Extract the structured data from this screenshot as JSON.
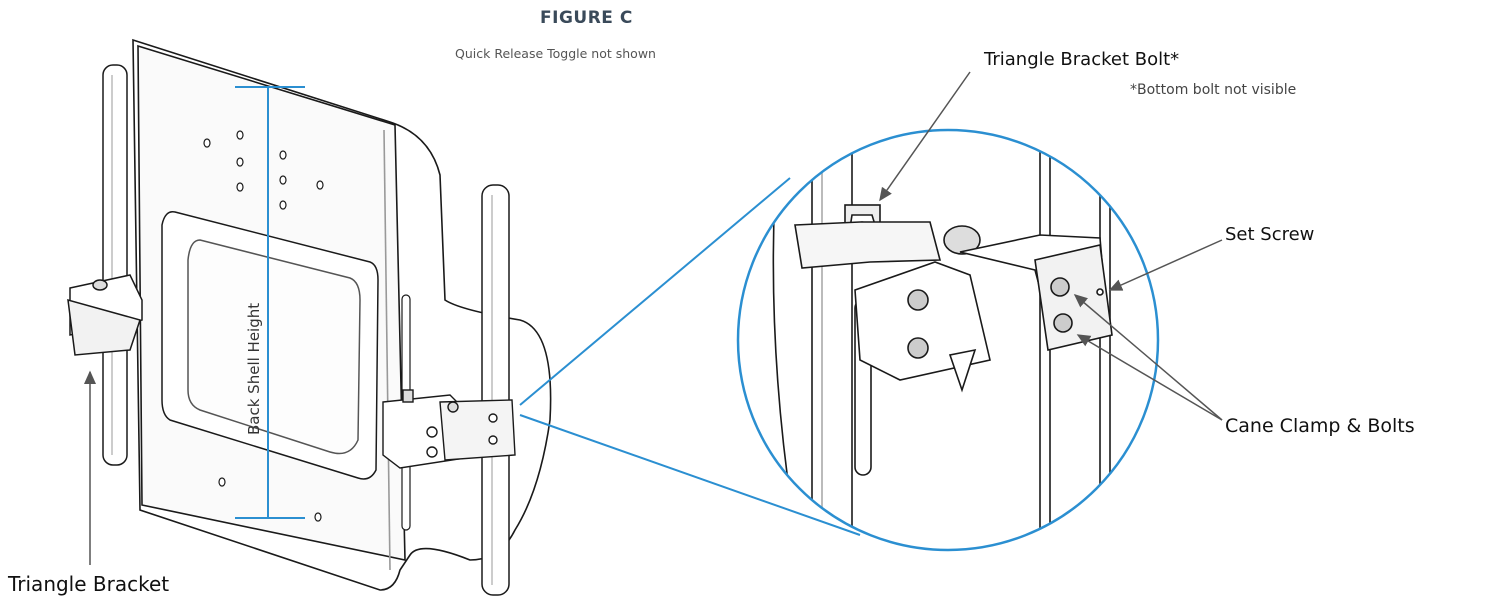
{
  "figure": {
    "title": "FIGURE C",
    "subtitle": "Quick Release Toggle not shown"
  },
  "callouts": {
    "triangle_bracket_bolt": "Triangle Bracket Bolt*",
    "bolt_note": "*Bottom bolt not visible",
    "set_screw": "Set Screw",
    "cane_clamp": "Cane Clamp & Bolts",
    "triangle_bracket": "Triangle Bracket"
  },
  "dimension": {
    "label": "Back Shell Height"
  },
  "colors": {
    "dimension_line": "#2b8fd1",
    "zoom_circle": "#2b8fd1",
    "drawing_stroke": "#1a1a1a",
    "leader_arrow": "#555555"
  }
}
